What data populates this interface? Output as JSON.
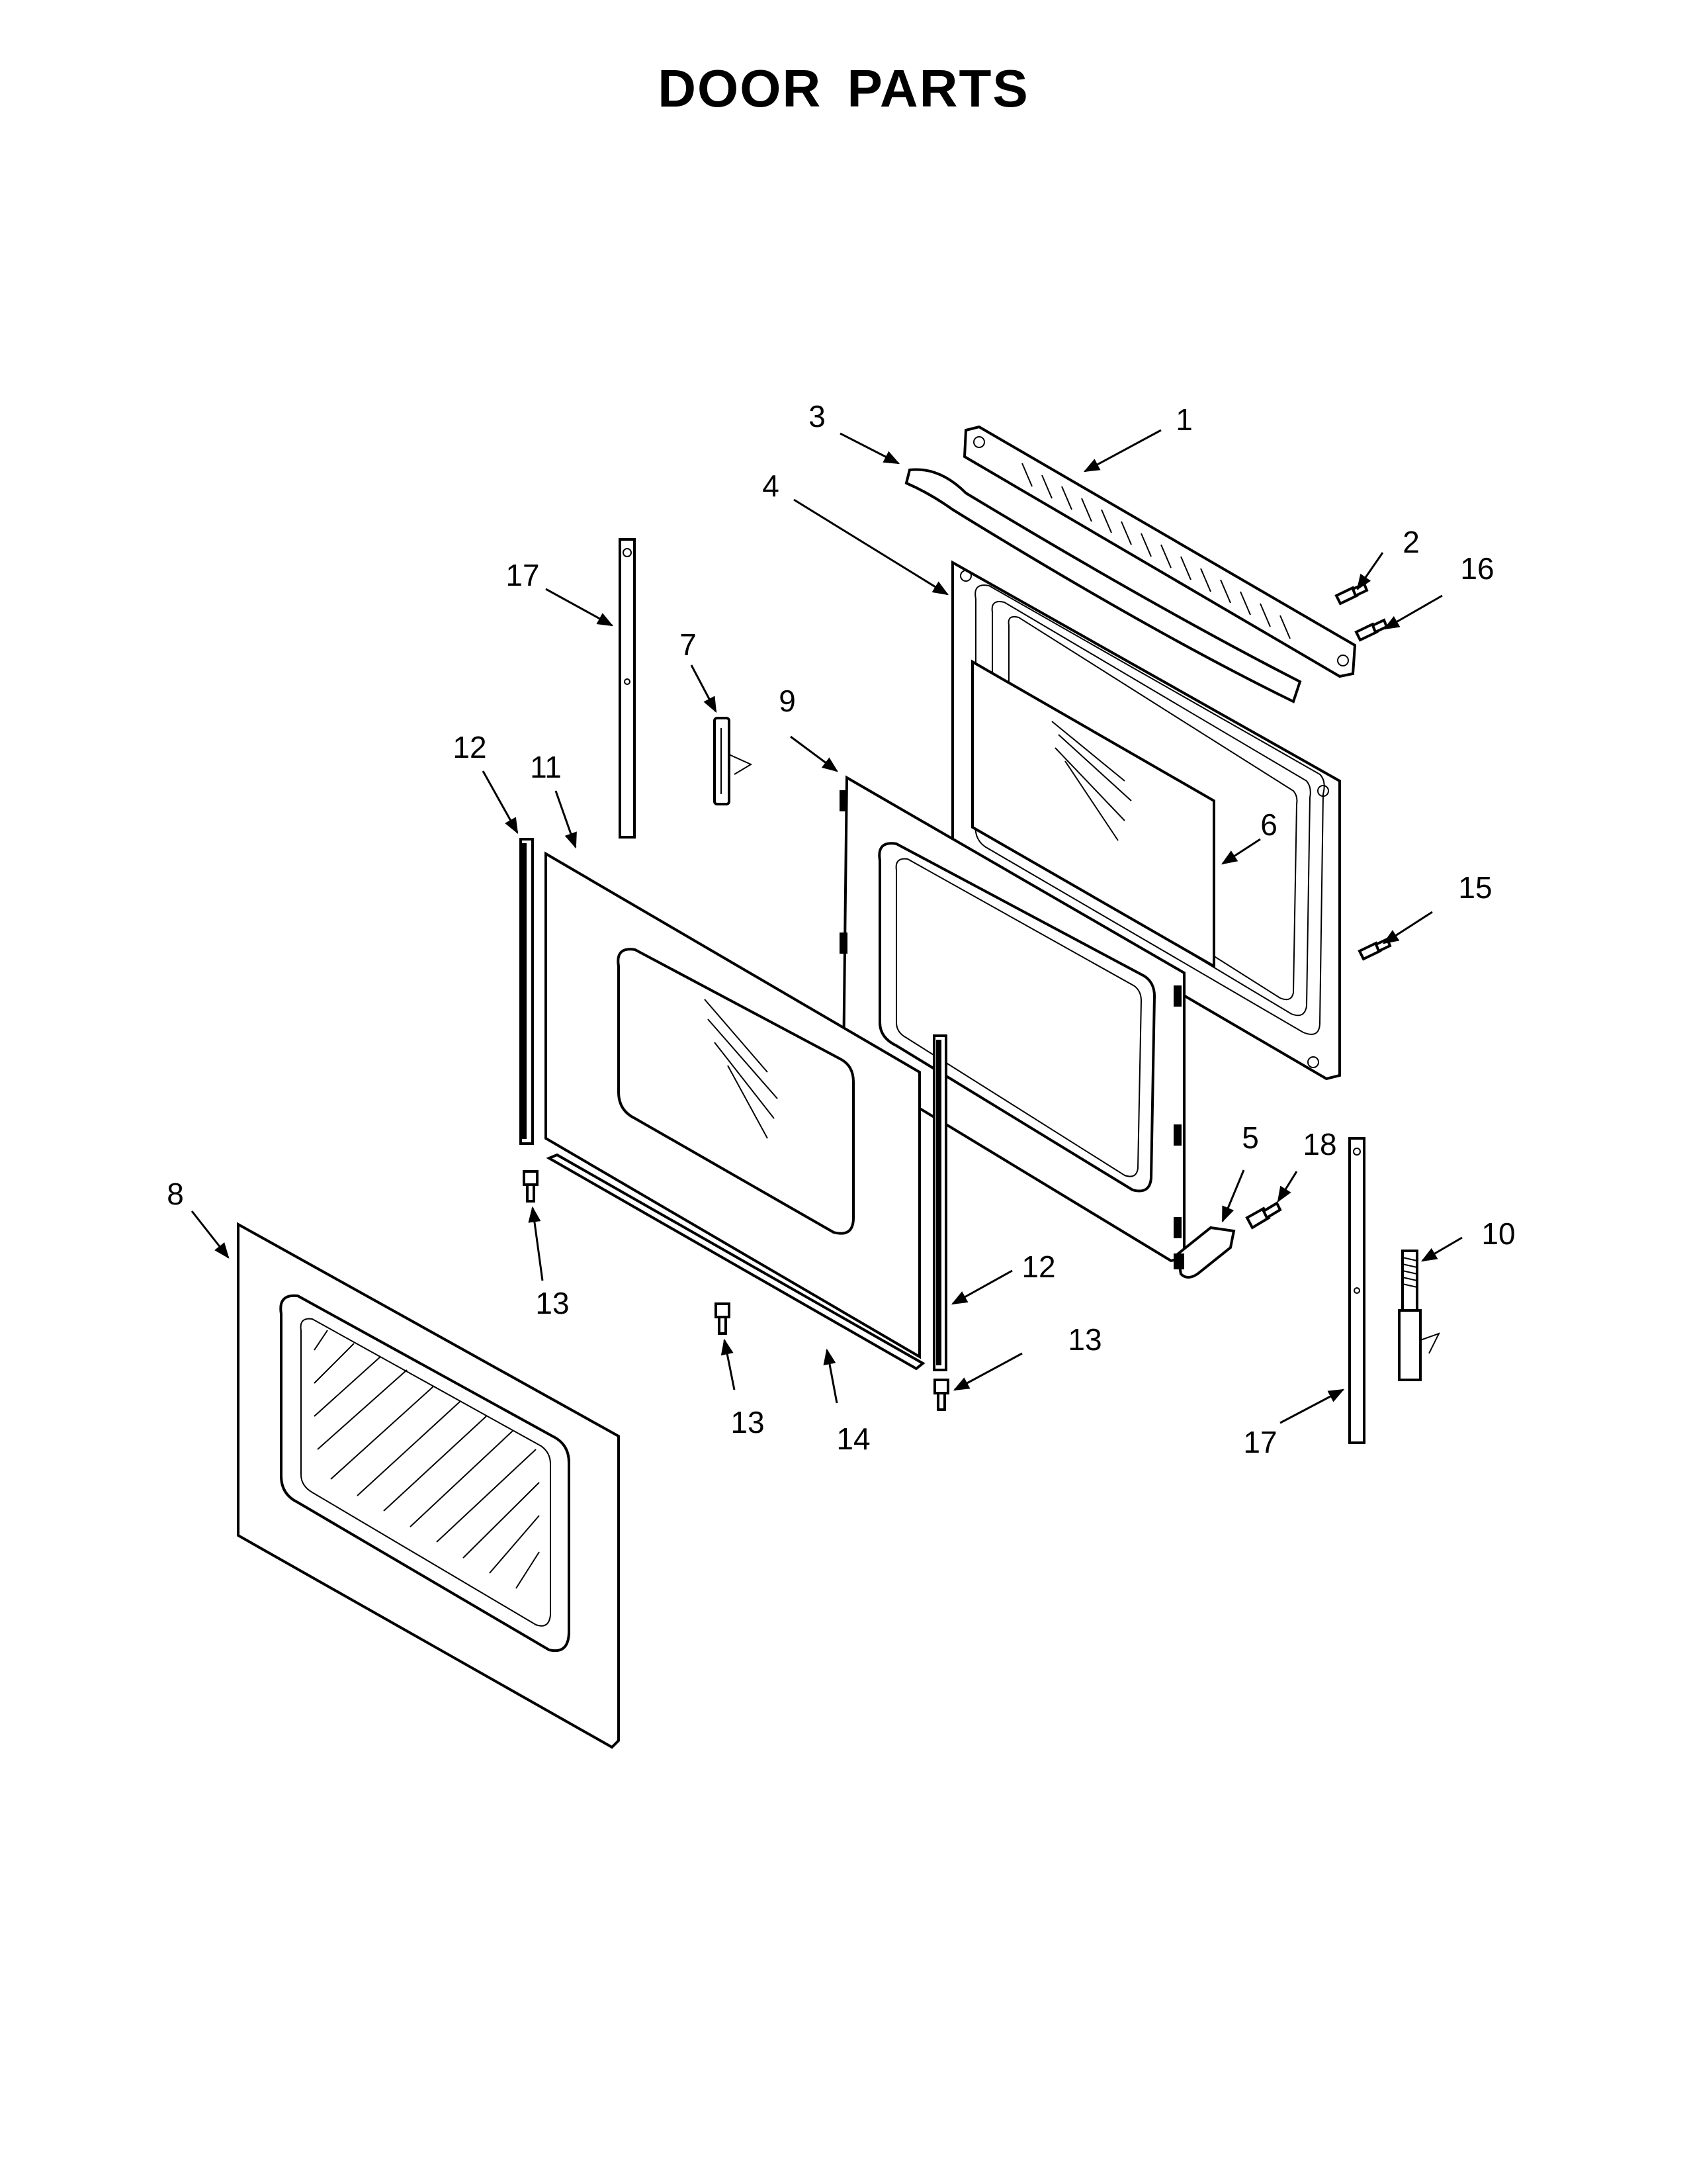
{
  "title": "DOOR PARTS",
  "callouts": {
    "c1": "1",
    "c2": "2",
    "c3": "3",
    "c4": "4",
    "c5": "5",
    "c6": "6",
    "c7": "7",
    "c8": "8",
    "c9": "9",
    "c10": "10",
    "c11": "11",
    "c12a": "12",
    "c12b": "12",
    "c13a": "13",
    "c13b": "13",
    "c13c": "13",
    "c14": "14",
    "c15": "15",
    "c16": "16",
    "c17a": "17",
    "c17b": "17",
    "c18": "18"
  }
}
